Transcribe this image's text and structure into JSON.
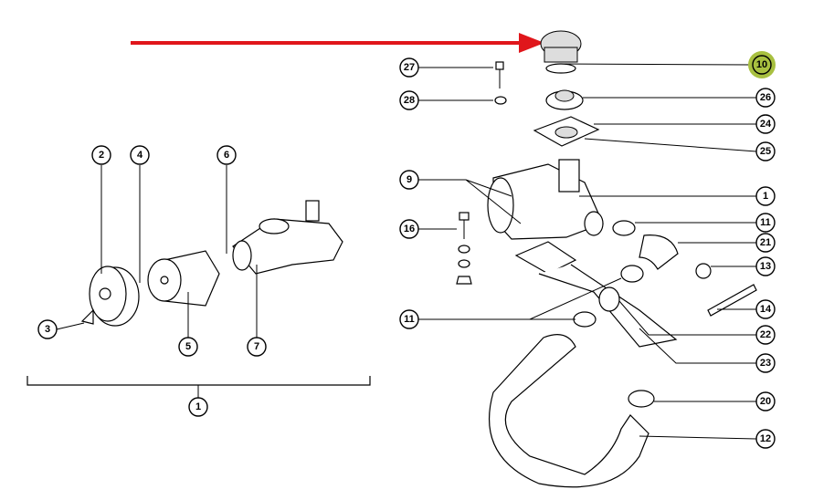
{
  "callouts_left": [
    "2",
    "4",
    "6",
    "3",
    "5",
    "7",
    "1"
  ],
  "callouts_right": [
    "27",
    "28",
    "10",
    "26",
    "24",
    "25",
    "9",
    "1",
    "16",
    "11",
    "21",
    "13",
    "14",
    "11",
    "22",
    "23",
    "20",
    "12"
  ],
  "colors": {
    "arrow": "#e0161b",
    "highlight": "#a8c040"
  }
}
